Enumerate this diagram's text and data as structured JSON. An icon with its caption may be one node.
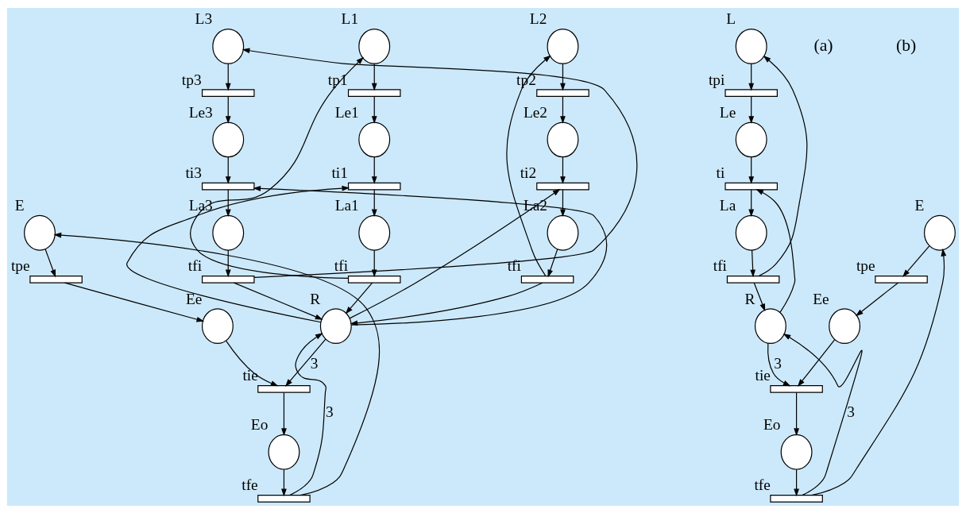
{
  "diagram": {
    "nodes": [
      {
        "text": [],
        "shape": "circle",
        "beside": [
          "L1"
        ]
      },
      {
        "text": [],
        "shape": "bar",
        "beside": [
          "tp1"
        ]
      },
      {
        "text": [],
        "shape": "circle",
        "beside": [
          "Le1"
        ]
      },
      {
        "text": [],
        "shape": "bar",
        "beside": [
          "ti1"
        ]
      },
      {
        "text": [],
        "shape": "circle",
        "beside": [
          "La1"
        ]
      },
      {
        "text": [],
        "shape": "bar",
        "beside": [
          "tfi"
        ]
      },
      {
        "text": [],
        "shape": "circle",
        "beside": [
          "L2"
        ]
      },
      {
        "text": [],
        "shape": "bar",
        "beside": [
          "tp2"
        ]
      },
      {
        "text": [],
        "shape": "circle",
        "beside": [
          "Le2"
        ]
      },
      {
        "text": [],
        "shape": "bar",
        "beside": [
          "ti2"
        ]
      },
      {
        "text": [],
        "shape": "circle",
        "beside": [
          "La2"
        ]
      },
      {
        "text": [],
        "shape": "bar",
        "beside": [
          "tfi"
        ]
      },
      {
        "text": [],
        "shape": "circle",
        "beside": [
          "L3"
        ]
      },
      {
        "text": [],
        "shape": "bar",
        "beside": [
          "tp3"
        ]
      },
      {
        "text": [],
        "shape": "circle",
        "beside": [
          "Le3"
        ]
      },
      {
        "text": [],
        "shape": "bar",
        "beside": [
          "ti3"
        ]
      },
      {
        "text": [],
        "shape": "circle",
        "beside": [
          "La3"
        ]
      },
      {
        "text": [],
        "shape": "bar",
        "beside": [
          "tfi"
        ]
      },
      {
        "text": [],
        "shape": "circle",
        "beside": [
          "R"
        ]
      },
      {
        "text": [],
        "shape": "circle",
        "beside": [
          "E"
        ]
      },
      {
        "text": [],
        "shape": "bar",
        "beside": [
          "tpe"
        ]
      },
      {
        "text": [],
        "shape": "circle",
        "beside": [
          "Ee"
        ]
      },
      {
        "text": [],
        "shape": "bar",
        "beside": [
          "tie"
        ]
      },
      {
        "text": [],
        "shape": "circle",
        "beside": [
          "Eo"
        ]
      },
      {
        "text": [],
        "shape": "bar",
        "beside": [
          "tfe"
        ]
      },
      {
        "text": [],
        "shape": "circle",
        "beside": [
          "L"
        ]
      },
      {
        "text": [],
        "shape": "bar",
        "beside": [
          "tpi"
        ]
      },
      {
        "text": [],
        "shape": "circle",
        "beside": [
          "Le"
        ]
      },
      {
        "text": [],
        "shape": "bar",
        "beside": [
          "ti"
        ]
      },
      {
        "text": [],
        "shape": "circle",
        "beside": [
          "La"
        ]
      },
      {
        "text": [],
        "shape": "bar",
        "beside": [
          "tfi"
        ]
      },
      {
        "text": [],
        "shape": "circle",
        "beside": [
          "R"
        ]
      },
      {
        "text": [],
        "shape": "circle",
        "beside": [
          "E"
        ]
      },
      {
        "text": [],
        "shape": "bar",
        "beside": [
          "tpe"
        ]
      },
      {
        "text": [],
        "shape": "circle",
        "beside": [
          "Ee"
        ]
      },
      {
        "text": [],
        "shape": "bar",
        "beside": [
          "tie"
        ]
      },
      {
        "text": [],
        "shape": "circle",
        "beside": [
          "Eo"
        ]
      },
      {
        "text": [],
        "shape": "bar",
        "beside": [
          "tfe"
        ]
      }
    ],
    "edges": [
      {
        "from": 0,
        "to": 1,
        "arrow": "to"
      },
      {
        "from": 1,
        "to": 2,
        "arrow": "to"
      },
      {
        "from": 2,
        "to": 3,
        "arrow": "to"
      },
      {
        "from": 3,
        "to": 4,
        "arrow": "to"
      },
      {
        "from": 4,
        "to": 5,
        "arrow": "to"
      },
      {
        "from": 5,
        "to": 0,
        "arrow": "to"
      },
      {
        "from": 5,
        "to": 18,
        "arrow": "to"
      },
      {
        "from": 6,
        "to": 7,
        "arrow": "to"
      },
      {
        "from": 7,
        "to": 8,
        "arrow": "to"
      },
      {
        "from": 8,
        "to": 9,
        "arrow": "to"
      },
      {
        "from": 9,
        "to": 10,
        "arrow": "to"
      },
      {
        "from": 10,
        "to": 11,
        "arrow": "to"
      },
      {
        "from": 11,
        "to": 6,
        "arrow": "to"
      },
      {
        "from": 11,
        "to": 18,
        "arrow": "to"
      },
      {
        "from": 12,
        "to": 13,
        "arrow": "to"
      },
      {
        "from": 13,
        "to": 14,
        "arrow": "to"
      },
      {
        "from": 14,
        "to": 15,
        "arrow": "to"
      },
      {
        "from": 15,
        "to": 16,
        "arrow": "to"
      },
      {
        "from": 16,
        "to": 17,
        "arrow": "to"
      },
      {
        "from": 17,
        "to": 12,
        "arrow": "to"
      },
      {
        "from": 17,
        "to": 18,
        "arrow": "to"
      },
      {
        "from": 18,
        "to": 3,
        "arrow": "to"
      },
      {
        "from": 18,
        "to": 9,
        "arrow": "to"
      },
      {
        "from": 18,
        "to": 15,
        "arrow": "to"
      },
      {
        "from": 18,
        "to": 22,
        "arrow": "to",
        "label": "3"
      },
      {
        "from": 19,
        "to": 20,
        "arrow": "to"
      },
      {
        "from": 20,
        "to": 21,
        "arrow": "to"
      },
      {
        "from": 21,
        "to": 22,
        "arrow": "to"
      },
      {
        "from": 22,
        "to": 23,
        "arrow": "to"
      },
      {
        "from": 23,
        "to": 24,
        "arrow": "to"
      },
      {
        "from": 24,
        "to": 19,
        "arrow": "to"
      },
      {
        "from": 24,
        "to": 18,
        "arrow": "to",
        "label": "3"
      },
      {
        "from": 25,
        "to": 26,
        "arrow": "to"
      },
      {
        "from": 26,
        "to": 27,
        "arrow": "to"
      },
      {
        "from": 27,
        "to": 28,
        "arrow": "to"
      },
      {
        "from": 28,
        "to": 29,
        "arrow": "to"
      },
      {
        "from": 29,
        "to": 30,
        "arrow": "to"
      },
      {
        "from": 30,
        "to": 25,
        "arrow": "to"
      },
      {
        "from": 30,
        "to": 31,
        "arrow": "to"
      },
      {
        "from": 31,
        "to": 28,
        "arrow": "to"
      },
      {
        "from": 31,
        "to": 35,
        "arrow": "to",
        "label": "3"
      },
      {
        "from": 32,
        "to": 33,
        "arrow": "to"
      },
      {
        "from": 33,
        "to": 34,
        "arrow": "to"
      },
      {
        "from": 34,
        "to": 35,
        "arrow": "to"
      },
      {
        "from": 35,
        "to": 36,
        "arrow": "to"
      },
      {
        "from": 36,
        "to": 37,
        "arrow": "to"
      },
      {
        "from": 37,
        "to": 32,
        "arrow": "to"
      },
      {
        "from": 37,
        "to": 31,
        "arrow": "to",
        "label": "3"
      }
    ],
    "labels": [
      "(a)",
      "(b)"
    ]
  }
}
